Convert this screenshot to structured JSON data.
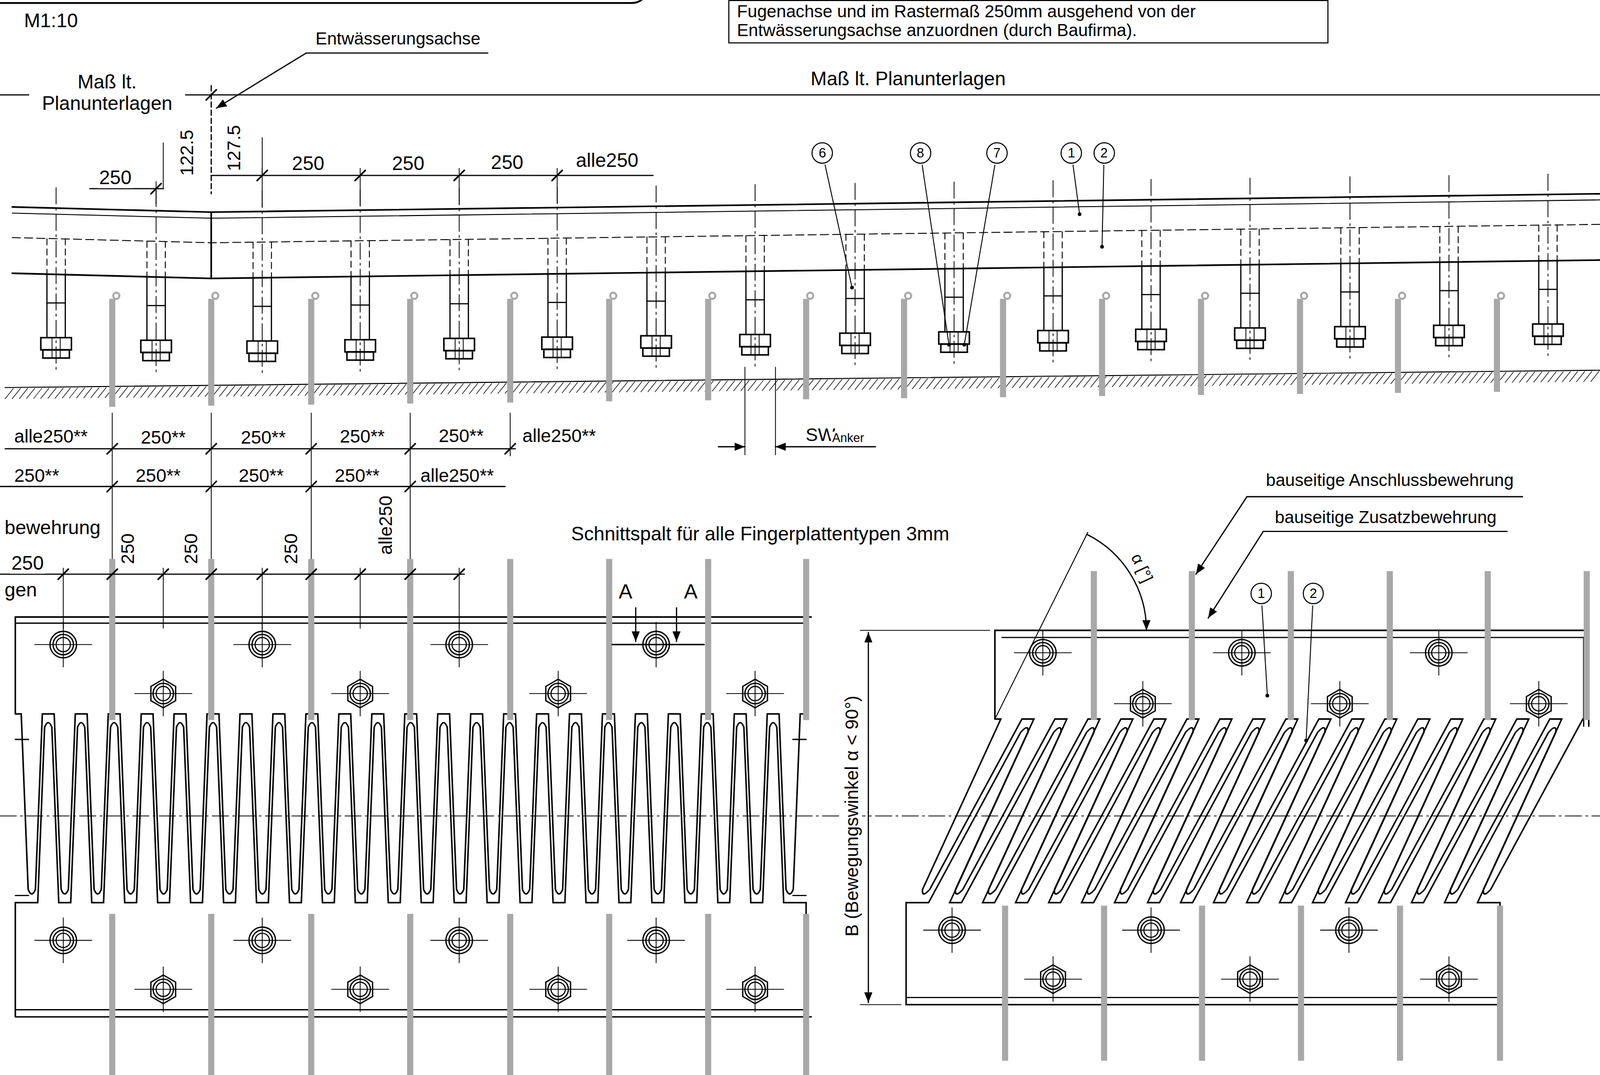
{
  "diagram": {
    "nodes": [
      {
        "text": [
          "Fugenachse und im Rastermaß 250mm ausgehend von der Entwässerungsachse anzuordnen (durch Baufirma)."
        ]
      },
      {
        "text": [
          "6"
        ]
      },
      {
        "text": [
          "8"
        ]
      },
      {
        "text": [
          "7"
        ]
      },
      {
        "text": [
          "1"
        ]
      },
      {
        "text": [
          "2"
        ]
      },
      {
        "text": [
          "1"
        ]
      },
      {
        "text": [
          "2"
        ]
      }
    ],
    "labels": [
      "M1:10",
      "Entwässerungsachse",
      "Maß lt. Planunterlagen",
      "Maß lt. Planunterlagen",
      "250",
      "122.5",
      "127.5",
      "250",
      "250",
      "250",
      "alle250",
      "alle250**",
      "250**",
      "250**",
      "250**",
      "250**",
      "alle250**",
      "SW",
      "Anker",
      "250**",
      "250**",
      "250**",
      "250**",
      "alle250**",
      "bewehrung",
      "250",
      "gen",
      "250",
      "250",
      "250",
      "alle250",
      "Schnittspalt für alle Fingerplattentypen 3mm",
      "A",
      "A",
      "B (Bewegungswinkel α < 90°)",
      "α [°]",
      "bauseitige Anschlussbewehrung",
      "bauseitige Zusatzbewehrung"
    ]
  }
}
